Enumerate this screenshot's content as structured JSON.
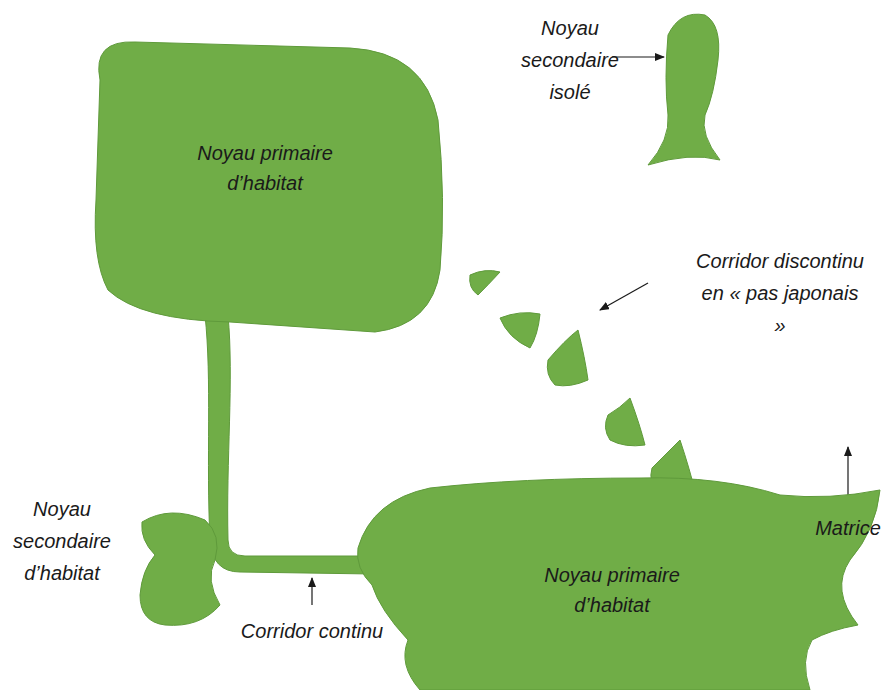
{
  "diagram": {
    "nodes": [
      {
        "text": [
          "Noyau primaire d’habitat"
        ]
      },
      {
        "text": [
          "Noyau primaire d’habitat"
        ]
      }
    ],
    "labels": [
      "Noyau secondaire isolé",
      "Corridor discontinu en « pas japonais »",
      "Matrice",
      "Noyau secondaire d’habitat",
      "Corridor continu"
    ]
  }
}
